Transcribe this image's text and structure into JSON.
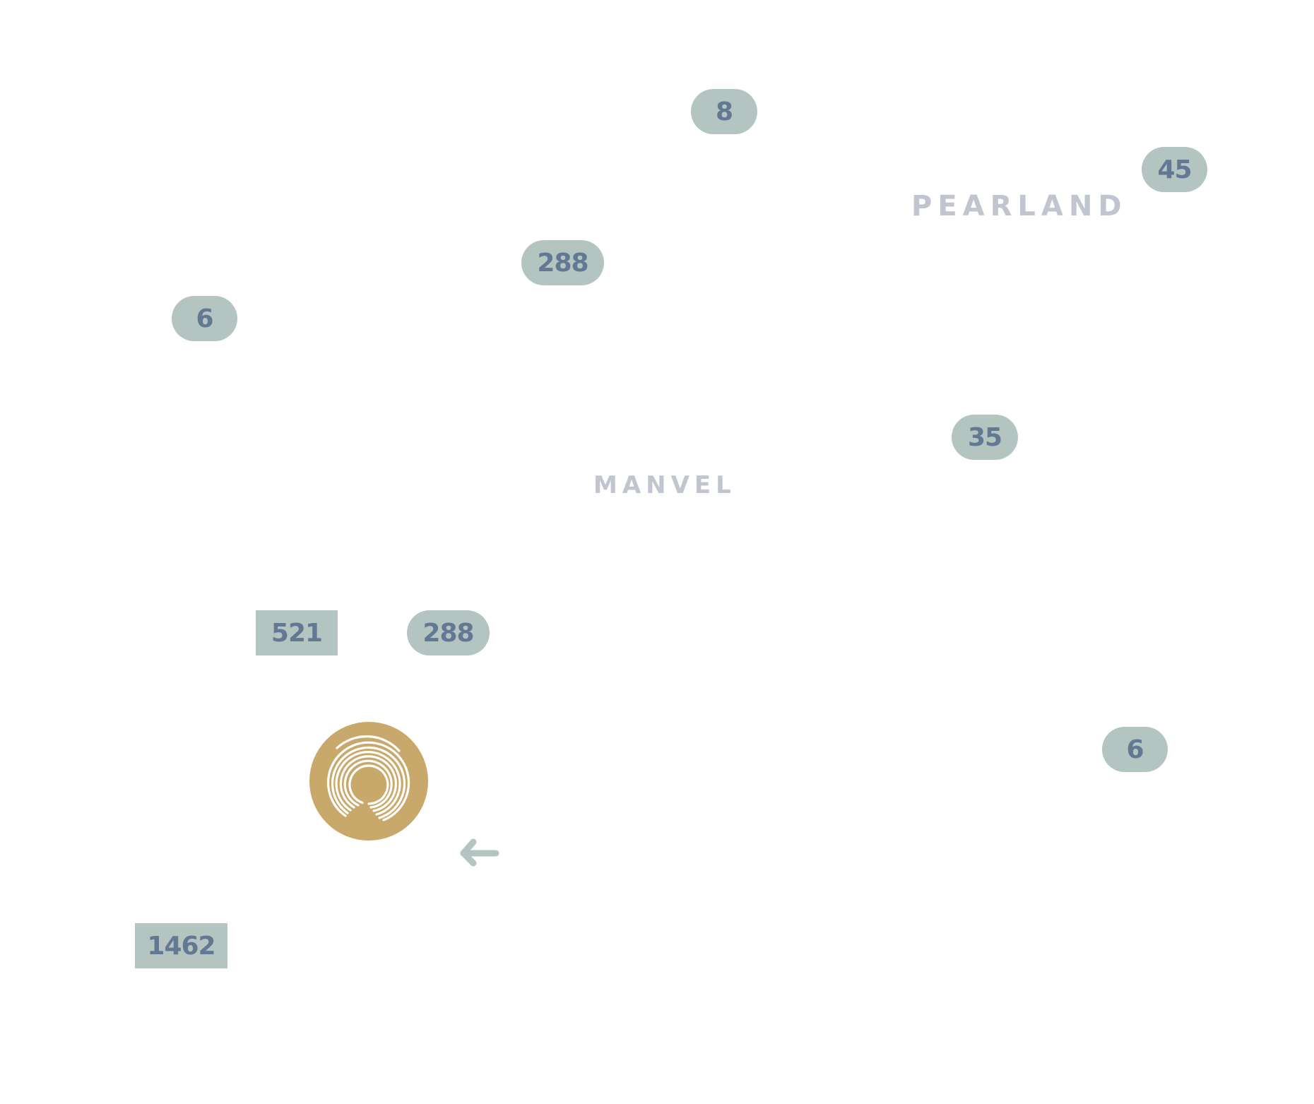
{
  "map": {
    "background": "#ffffff",
    "colors": {
      "shield_fill": "#b3c4c1",
      "shield_text": "#637893",
      "city_label": "#c0c5d0",
      "marker_gold": "#c9a96b",
      "arrow": "#b3c4c1"
    },
    "cities": [
      {
        "name": "PEARLAND"
      },
      {
        "name": "MANVEL"
      }
    ],
    "route_shields": [
      {
        "number": "8",
        "shape": "pill"
      },
      {
        "number": "45",
        "shape": "pill"
      },
      {
        "number": "288",
        "shape": "pill"
      },
      {
        "number": "6",
        "shape": "pill"
      },
      {
        "number": "35",
        "shape": "pill"
      },
      {
        "number": "521",
        "shape": "rect"
      },
      {
        "number": "288",
        "shape": "pill"
      },
      {
        "number": "6",
        "shape": "pill"
      },
      {
        "number": "1462",
        "shape": "rect"
      }
    ],
    "marker": {
      "icon": "spiral-logo-icon"
    },
    "direction_arrow": {
      "icon": "arrow-left-icon"
    }
  }
}
